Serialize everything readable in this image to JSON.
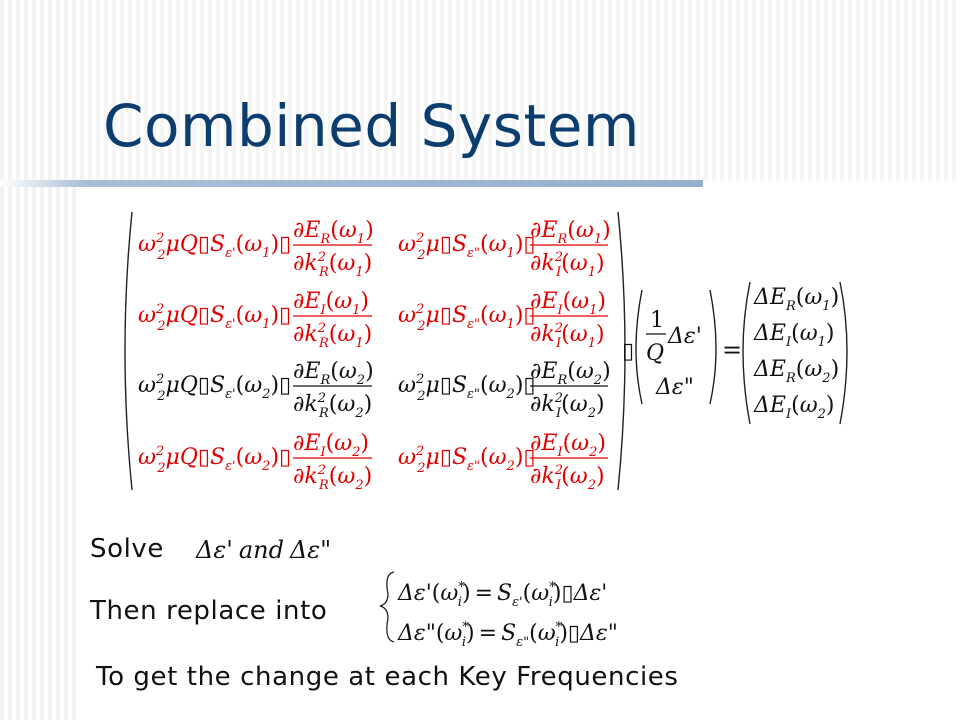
{
  "slide": {
    "title": "Combined System",
    "solve_label": "Solve",
    "solve_expression": "Δε' and Δε\"",
    "replace_label": "Then replace into",
    "replace_lines": [
      "Δε'(ω_i^*) = S_ε'(ω_i^*)·Δε'",
      "Δε\"(ω_i^*) = S_ε\"(ω_i^*)·Δε\""
    ],
    "conclusion": "To get the change at each Key Frequencies"
  },
  "matrix": {
    "rows": [
      [
        "ω₂² μ Q S_ε'(ω₁) ∂E_R(ω₁)/∂k_R²(ω₁)",
        "ω₂² μ S_ε\"(ω₁) ∂E_R(ω₁)/∂k_I²(ω₁)"
      ],
      [
        "ω₂² μ Q S_ε'(ω₁) ∂E_I(ω₁)/∂k_R²(ω₁)",
        "ω₂² μ S_ε\"(ω₁) ∂E_I(ω₁)/∂k_I²(ω₁)"
      ],
      [
        "ω₂² μ Q S_ε'(ω₂) ∂E_R(ω₂)/∂k_R²(ω₂)",
        "ω₂² μ S_ε\"(ω₂) ∂E_R(ω₂)/∂k_I²(ω₂)"
      ],
      [
        "ω₂² μ Q S_ε'(ω₂) ∂E_I(ω₂)/∂k_R²(ω₂)",
        "ω₂² μ S_ε\"(ω₂) ∂E_I(ω₂)/∂k_I²(ω₂)"
      ]
    ],
    "vector": [
      "(1/Q) Δε'",
      "Δε\""
    ],
    "rhs": [
      "ΔE_R(ω₁)",
      "ΔE_I(ω₁)",
      "ΔE_R(ω₂)",
      "ΔE_I(ω₂)"
    ]
  },
  "colors": {
    "title": "#0b3d6e",
    "matrix_text": "#e00000",
    "text": "#111111",
    "rule": "#96b0cc"
  }
}
